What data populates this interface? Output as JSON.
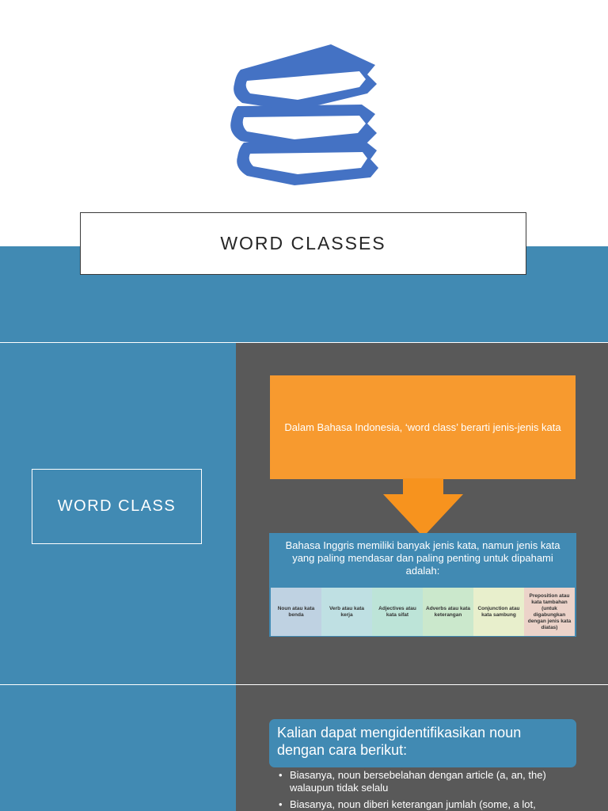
{
  "slide1": {
    "title": "WORD CLASSES",
    "icon": "books-icon",
    "colors": {
      "accent_blue": "#418ab3",
      "icon_blue": "#4472c4"
    }
  },
  "slide2": {
    "left_label": "WORD CLASS",
    "definition": "Dalam Bahasa Indonesia, ‘word class’ berarti jenis-jenis kata",
    "intro": "Bahasa Inggris memiliki banyak jenis kata, namun jenis kata yang paling mendasar dan paling penting untuk dipahami adalah:",
    "classes": [
      {
        "label": "Noun atau kata benda",
        "color": "#bfd2e2"
      },
      {
        "label": "Verb atau kata kerja",
        "color": "#bfe0e3"
      },
      {
        "label": "Adjectives atau kata sifat",
        "color": "#bde4d8"
      },
      {
        "label": "Adverbs atau kata keterangan",
        "color": "#cbe8cc"
      },
      {
        "label": "Conjunction atau kata sambung",
        "color": "#e8efcc"
      },
      {
        "label": "Preposition atau kata tambahan (untuk digabungkan dengan jenis kata diatas)",
        "color": "#ecd3c9"
      }
    ],
    "colors": {
      "orange": "#f79a2f",
      "arrow": "#f7931e",
      "panel": "#595959"
    }
  },
  "slide3": {
    "header": "Kalian dapat mengidentifikasikan noun dengan cara berikut:",
    "bullets": [
      "Biasanya, noun bersebelahan dengan article (a, an, the) walaupun tidak selalu",
      "Biasanya, noun diberi keterangan jumlah (some, a lot,"
    ]
  }
}
